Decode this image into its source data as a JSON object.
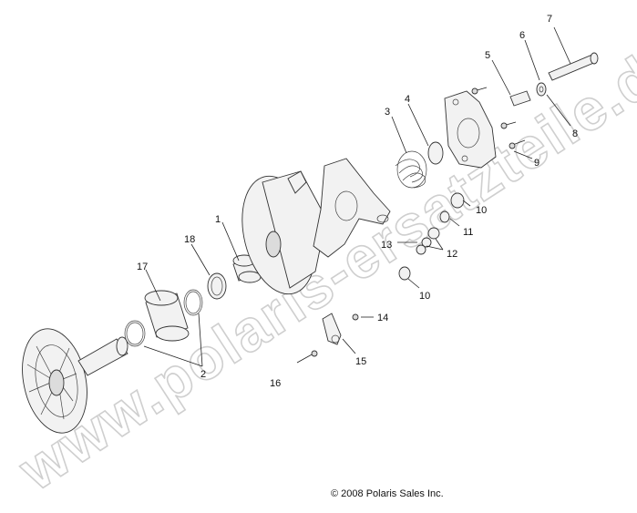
{
  "watermark": "www.polaris-ersatzteile.de",
  "copyright": "© 2008 Polaris Sales Inc.",
  "callouts": [
    "1",
    "2",
    "3",
    "4",
    "5",
    "6",
    "7",
    "8",
    "9",
    "10",
    "10",
    "11",
    "12",
    "13",
    "14",
    "15",
    "16",
    "17",
    "18"
  ]
}
